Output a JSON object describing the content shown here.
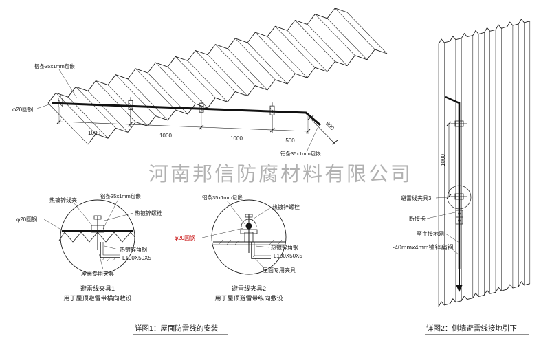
{
  "watermark": "河南邦信防腐材料有限公司",
  "colors": {
    "accent_red": "#c40000",
    "line": "#1c1c1c",
    "watermark_gray": "#9c9c9c"
  },
  "roof_view": {
    "label_aluminum_top": "铝条35x1mm包嵌",
    "label_round_steel": "φ20圆钢",
    "label_aluminum_bottom": "铝条35x1mm包嵌",
    "dim_1": "1000",
    "dim_2": "1000",
    "dim_3": "1000",
    "dim_4": "500",
    "dim_slope": "500"
  },
  "detail1": {
    "label_wire_clip": "热镀锌线夹",
    "label_aluminum": "铝条35x1mm包嵌",
    "label_bolt": "热镀锌螺栓",
    "label_round_steel": "φ20圆钢",
    "label_angle_steel": "热镀锌角钢",
    "label_angle_spec": "L100X50X5",
    "label_roof_fixture": "屋面专用夹具",
    "title": "避雷线夹具1",
    "subtitle": "用于屋顶避雷带横向敷设"
  },
  "detail2": {
    "label_aluminum": "铝条35x1mm包嵌",
    "label_bolt": "热镀锌螺栓",
    "label_round_steel": "φ20圆钢",
    "label_angle_steel": "热镀锌角钢",
    "label_angle_spec": "L100X50X5",
    "label_roof_fixture": "屋面专用夹具",
    "title": "避雷线夹具2",
    "subtitle": "用于屋顶避雷带纵向敷设"
  },
  "wall_view": {
    "dim_vertical": "1000",
    "label_clamp3": "避雷线夹具3",
    "label_disconnector": "断接卡",
    "label_to_main_ground": "至主接地网",
    "label_flat_steel": "-40mmx4mm镀锌扁钢"
  },
  "captions": {
    "figure1": "详图1：屋面防雷线的安装",
    "figure2": "详图2：侧墙避雷线接地引下"
  }
}
